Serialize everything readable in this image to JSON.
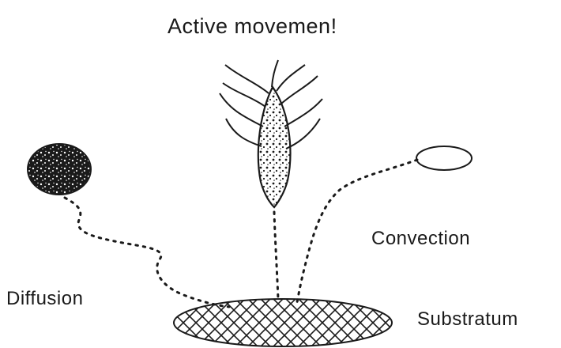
{
  "title": "Active movemen!",
  "labels": {
    "diffusion": "Diffusion",
    "convection": "Convection",
    "substratum": "Substratum"
  },
  "colors": {
    "ink": "#1a1a1a",
    "background": "#ffffff"
  }
}
